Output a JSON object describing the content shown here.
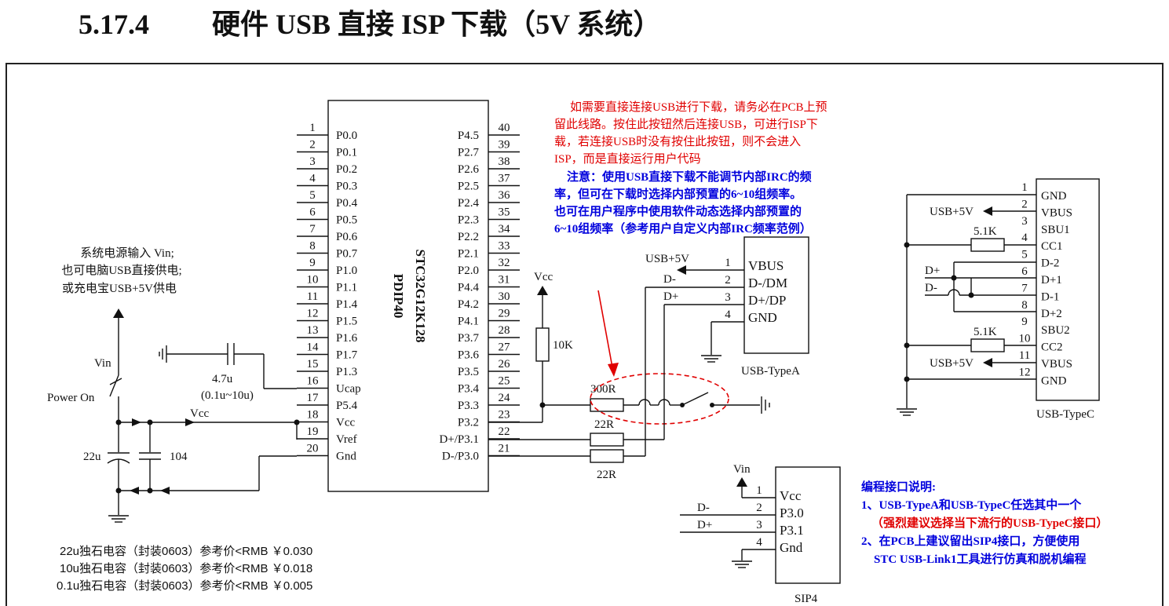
{
  "heading": {
    "number": "5.17.4",
    "title": "硬件 USB 直接 ISP 下载（5V 系统）"
  },
  "mcu": {
    "name": "STC32G12K128",
    "package": "PDIP40",
    "left_pins": [
      {
        "num": "1",
        "name": "P0.0"
      },
      {
        "num": "2",
        "name": "P0.1"
      },
      {
        "num": "3",
        "name": "P0.2"
      },
      {
        "num": "4",
        "name": "P0.3"
      },
      {
        "num": "5",
        "name": "P0.4"
      },
      {
        "num": "6",
        "name": "P0.5"
      },
      {
        "num": "7",
        "name": "P0.6"
      },
      {
        "num": "8",
        "name": "P0.7"
      },
      {
        "num": "9",
        "name": "P1.0"
      },
      {
        "num": "10",
        "name": "P1.1"
      },
      {
        "num": "11",
        "name": "P1.4"
      },
      {
        "num": "12",
        "name": "P1.5"
      },
      {
        "num": "13",
        "name": "P1.6"
      },
      {
        "num": "14",
        "name": "P1.7"
      },
      {
        "num": "15",
        "name": "P1.3"
      },
      {
        "num": "16",
        "name": "Ucap"
      },
      {
        "num": "17",
        "name": "P5.4"
      },
      {
        "num": "18",
        "name": "Vcc"
      },
      {
        "num": "19",
        "name": "Vref"
      },
      {
        "num": "20",
        "name": "Gnd"
      }
    ],
    "right_pins": [
      {
        "num": "40",
        "name": "P4.5"
      },
      {
        "num": "39",
        "name": "P2.7"
      },
      {
        "num": "38",
        "name": "P2.6"
      },
      {
        "num": "37",
        "name": "P2.5"
      },
      {
        "num": "36",
        "name": "P2.4"
      },
      {
        "num": "35",
        "name": "P2.3"
      },
      {
        "num": "34",
        "name": "P2.2"
      },
      {
        "num": "33",
        "name": "P2.1"
      },
      {
        "num": "32",
        "name": "P2.0"
      },
      {
        "num": "31",
        "name": "P4.4"
      },
      {
        "num": "30",
        "name": "P4.2"
      },
      {
        "num": "29",
        "name": "P4.1"
      },
      {
        "num": "28",
        "name": "P3.7"
      },
      {
        "num": "27",
        "name": "P3.6"
      },
      {
        "num": "26",
        "name": "P3.5"
      },
      {
        "num": "25",
        "name": "P3.4"
      },
      {
        "num": "24",
        "name": "P3.3"
      },
      {
        "num": "23",
        "name": "P3.2"
      },
      {
        "num": "22",
        "name": "D+/P3.1"
      },
      {
        "num": "21",
        "name": "D-/P3.0"
      }
    ]
  },
  "power": {
    "note": [
      "系统电源输入 Vin;",
      "也可电脑USB直接供电;",
      "或充电宝USB+5V供电"
    ],
    "vin": "Vin",
    "power_on": "Power On",
    "vcc": "Vcc",
    "cap_big": "22u",
    "cap_small": "104",
    "ucap_value": "4.7u",
    "ucap_range": "(0.1u~10u)"
  },
  "pullup": {
    "vcc": "Vcc",
    "resistor": "10K"
  },
  "series": {
    "r1": "300R",
    "r2": "22R",
    "r3": "22R"
  },
  "red_note": [
    "如需要直接连接USB进行下载，请务必在PCB上预",
    "留此线路。按住此按钮然后连接USB，可进行ISP下",
    "载，若连接USB时没有按住此按钮，则不会进入",
    "ISP，而是直接运行用户代码"
  ],
  "blue_note": [
    "注意：使用USB直接下载不能调节内部IRC的频",
    "率，但可在下载时选择内部预置的6~10组频率。",
    "也可在用户程序中使用软件动态选择内部预置的",
    "6~10组频率（参考用户自定义内部IRC频率范例）"
  ],
  "usb_a": {
    "caption": "USB-TypeA",
    "pins": [
      {
        "num": "1",
        "name": "VBUS"
      },
      {
        "num": "2",
        "name": "D-/DM"
      },
      {
        "num": "3",
        "name": "D+/DP"
      },
      {
        "num": "4",
        "name": "GND"
      }
    ],
    "vbus_label": "USB+5V",
    "dm_label": "D-",
    "dp_label": "D+"
  },
  "usb_c": {
    "caption": "USB-TypeC",
    "pins": [
      {
        "num": "1",
        "name": "GND"
      },
      {
        "num": "2",
        "name": "VBUS"
      },
      {
        "num": "3",
        "name": "SBU1"
      },
      {
        "num": "4",
        "name": "CC1"
      },
      {
        "num": "5",
        "name": "D-2"
      },
      {
        "num": "6",
        "name": "D+1"
      },
      {
        "num": "7",
        "name": "D-1"
      },
      {
        "num": "8",
        "name": "D+2"
      },
      {
        "num": "9",
        "name": "SBU2"
      },
      {
        "num": "10",
        "name": "CC2"
      },
      {
        "num": "11",
        "name": "VBUS"
      },
      {
        "num": "12",
        "name": "GND"
      }
    ],
    "vbus_label": "USB+5V",
    "r_cc": "5.1K",
    "dp_label": "D+",
    "dm_label": "D-"
  },
  "sip4": {
    "caption": "SIP4",
    "vin": "Vin",
    "pins": [
      {
        "num": "1",
        "name": "Vcc"
      },
      {
        "num": "2",
        "name": "P3.0"
      },
      {
        "num": "3",
        "name": "P3.1"
      },
      {
        "num": "4",
        "name": "Gnd"
      }
    ],
    "dm_label": "D-",
    "dp_label": "D+"
  },
  "prog_note": {
    "title": "编程接口说明:",
    "line1": "1、USB-TypeA和USB-TypeC任选其中一个",
    "line2": "（强烈建议选择当下流行的USB-TypeC接口）",
    "line3": "2、在PCB上建议留出SIP4接口，方便使用",
    "line4": "STC USB-Link1工具进行仿真和脱机编程"
  },
  "bom": [
    "22u独石电容（封装0603）参考价<RMB ￥0.030",
    "10u独石电容（封装0603）参考价<RMB ￥0.018",
    "0.1u独石电容（封装0603）参考价<RMB ￥0.005"
  ],
  "colors": {
    "line": "#111111",
    "red_note": "#e00000",
    "blue_note": "#0000dd"
  }
}
